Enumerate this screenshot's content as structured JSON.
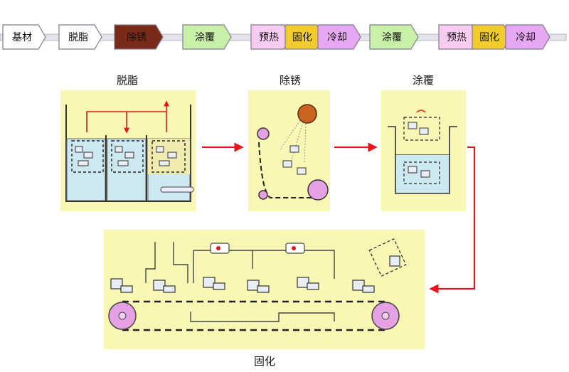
{
  "process_steps": [
    {
      "label": "基材",
      "color": "#ffffff"
    },
    {
      "label": "脱脂",
      "color": "#ffffff"
    },
    {
      "label": "除锈",
      "color": "#7a2a18",
      "text_color": "#ffffff"
    },
    {
      "label": "涂覆",
      "color": "#c9f0a8"
    },
    {
      "label": "预热",
      "color": "#f8ccf0"
    },
    {
      "label": "固化",
      "color": "#f2cc2c"
    },
    {
      "label": "冷却",
      "color": "#e6a8f2"
    },
    {
      "label": "涂覆",
      "color": "#c9f0a8"
    },
    {
      "label": "预热",
      "color": "#f8ccf0"
    },
    {
      "label": "固化",
      "color": "#f2cc2c"
    },
    {
      "label": "冷却",
      "color": "#e6a8f2"
    }
  ],
  "stages": {
    "degrease": "脱脂",
    "derust": "除锈",
    "coat": "涂覆",
    "cure": "固化"
  },
  "colors": {
    "panel": "#f8f8b4",
    "liquid": "#cce8f0",
    "arrow": "#e8141c",
    "roller": "#e6a0e4",
    "wheel": "#c8641e"
  }
}
